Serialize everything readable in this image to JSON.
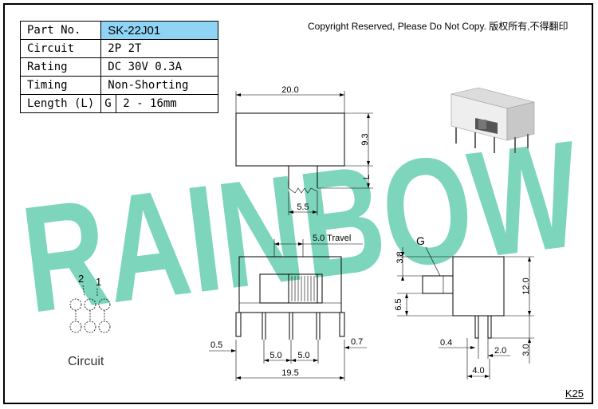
{
  "spec_table": {
    "part_no_label": "Part No.",
    "part_no_value": "SK-22J01",
    "circuit_label": "Circuit",
    "circuit_value": "2P 2T",
    "rating_label": "Rating",
    "rating_value": "DC 30V 0.3A",
    "timing_label": "Timing",
    "timing_value": "Non-Shorting",
    "length_label": "Length (L)",
    "length_g": "G",
    "length_value": "2 - 16mm"
  },
  "copyright": "Copyright Reserved, Please Do Not Copy. 版权所有,不得翻印",
  "watermark": "RAINBOW",
  "colors": {
    "part_no_bg": "#8fd4f4",
    "watermark": "#7dd6bb"
  },
  "dims": {
    "width_top": "20.0",
    "height_top": "9.3",
    "length_l": "L",
    "pitch_top": "5.5",
    "travel": "5.0 Travel",
    "left_offset": "0.5",
    "pitch_a": "5.0",
    "pitch_b": "5.0",
    "right_offset": "0.7",
    "total_width": "19.5",
    "g_label": "G",
    "side_top": "3.8",
    "side_middle": "6.5",
    "side_height": "12.0",
    "side_pin": "0.4",
    "side_pitch": "2.0",
    "side_base": "4.0",
    "side_leg": "3.0"
  },
  "circuit": {
    "pin_2": "2",
    "pin_1": "1",
    "label": "Circuit"
  },
  "model": "K25"
}
